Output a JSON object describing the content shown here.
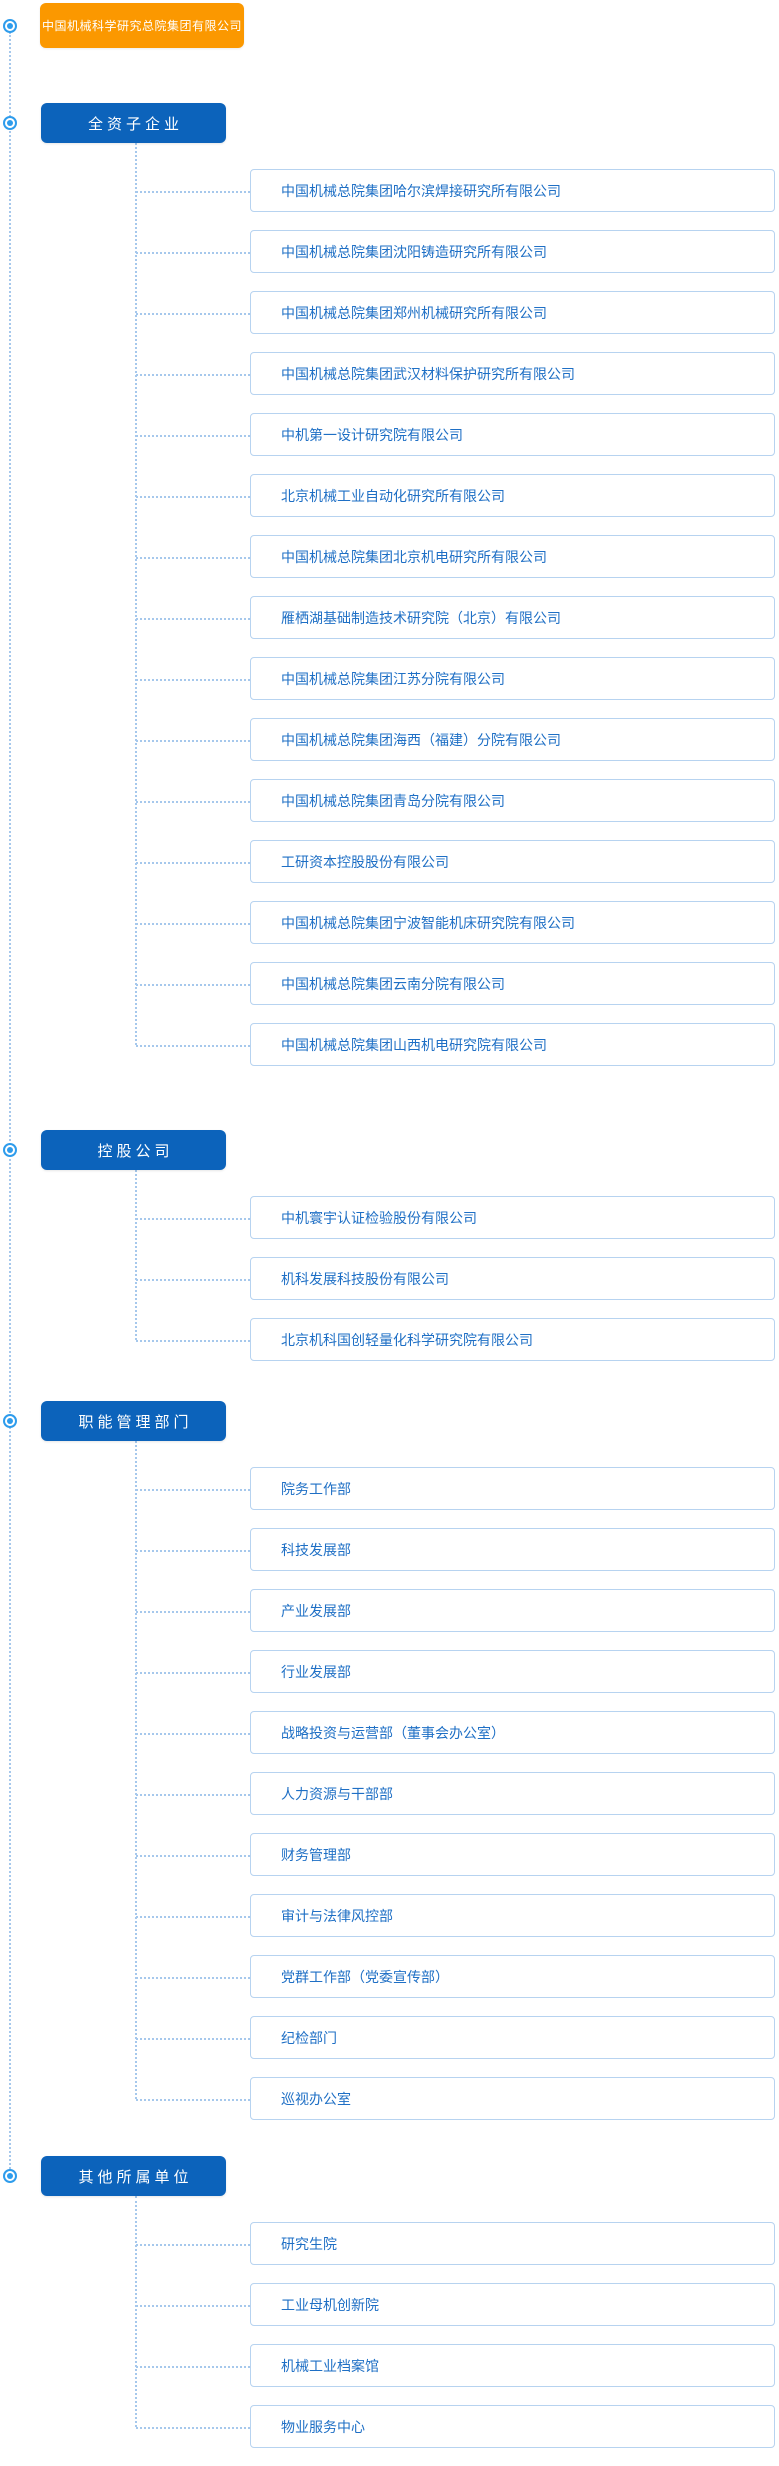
{
  "root": {
    "label": "中国机械科学研究总院集团有限公司"
  },
  "sections": [
    {
      "label": "全资子企业",
      "items": [
        "中国机械总院集团哈尔滨焊接研究所有限公司",
        "中国机械总院集团沈阳铸造研究所有限公司",
        "中国机械总院集团郑州机械研究所有限公司",
        "中国机械总院集团武汉材料保护研究所有限公司",
        "中机第一设计研究院有限公司",
        "北京机械工业自动化研究所有限公司",
        "中国机械总院集团北京机电研究所有限公司",
        "雁栖湖基础制造技术研究院（北京）有限公司",
        "中国机械总院集团江苏分院有限公司",
        "中国机械总院集团海西（福建）分院有限公司",
        "中国机械总院集团青岛分院有限公司",
        "工研资本控股股份有限公司",
        "中国机械总院集团宁波智能机床研究院有限公司",
        "中国机械总院集团云南分院有限公司",
        "中国机械总院集团山西机电研究院有限公司"
      ]
    },
    {
      "label": "控股公司",
      "items": [
        "中机寰宇认证检验股份有限公司",
        "机科发展科技股份有限公司",
        "北京机科国创轻量化科学研究院有限公司"
      ]
    },
    {
      "label": "职能管理部门",
      "items": [
        "院务工作部",
        "科技发展部",
        "产业发展部",
        "行业发展部",
        "战略投资与运营部（董事会办公室）",
        "人力资源与干部部",
        "财务管理部",
        "审计与法律风控部",
        "党群工作部（党委宣传部）",
        "纪检部门",
        "巡视办公室"
      ]
    },
    {
      "label": "其他所属单位",
      "items": [
        "研究生院",
        "工业母机创新院",
        "机械工业档案馆",
        "物业服务中心"
      ]
    }
  ],
  "colors": {
    "root_orange": "#FB9800",
    "section_blue": "#0C63BB",
    "item_text_blue": "#1E6FC5",
    "item_border_blue": "#B7D3F0",
    "connector_blue": "#A6C8EC",
    "bullet_blue": "#2E9CEC"
  }
}
